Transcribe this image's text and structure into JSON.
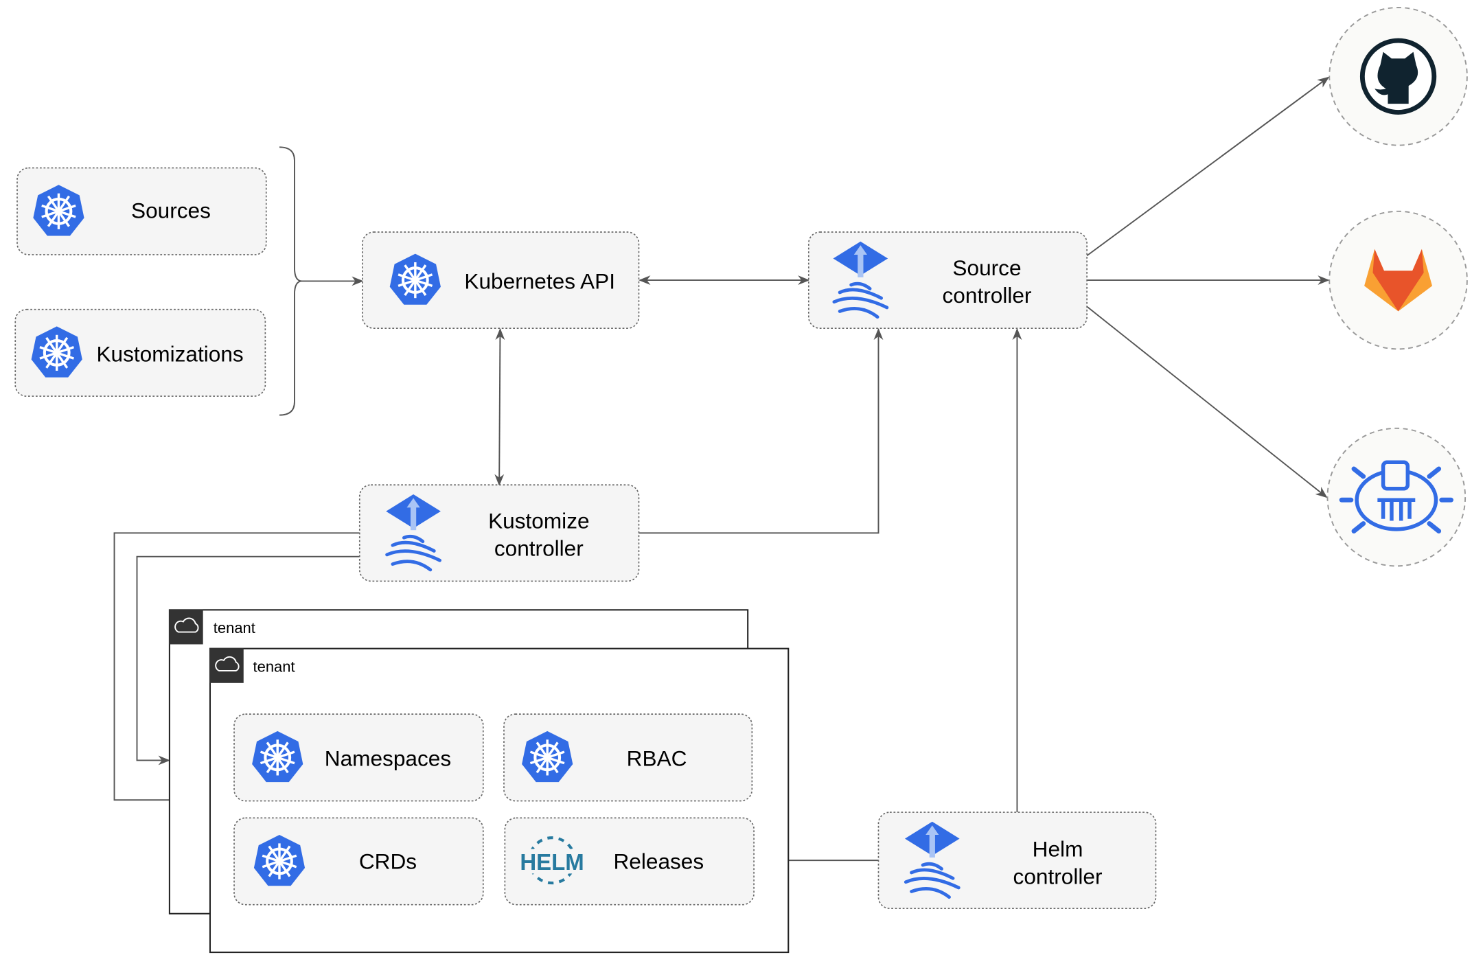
{
  "nodes": {
    "sources": "Sources",
    "kustomizations": "Kustomizations",
    "kubernetes_api": "Kubernetes API",
    "source_controller": [
      "Source",
      "controller"
    ],
    "kustomize_controller": [
      "Kustomize",
      "controller"
    ],
    "helm_controller": [
      "Helm",
      "controller"
    ],
    "namespaces": "Namespaces",
    "rbac": "RBAC",
    "crds": "CRDs",
    "releases": "Releases"
  },
  "tenants": [
    "tenant",
    "tenant"
  ],
  "helm_logo_text": "HELM",
  "external_sources": [
    "github-icon",
    "gitlab-icon",
    "bucket-icon"
  ],
  "colors": {
    "k8s_blue": "#326ce5",
    "flux_blue": "#326ce5",
    "helm": "#277a9f",
    "github": "#10232f",
    "gitlab_orange": "#e8542a",
    "gitlab_yellow": "#f9a033",
    "edge": "#555555"
  }
}
